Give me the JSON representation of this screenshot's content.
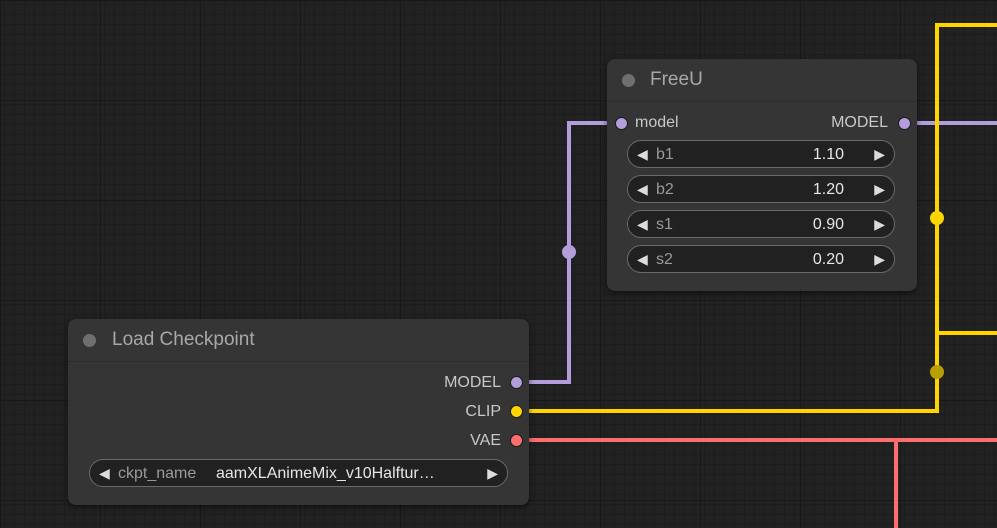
{
  "colors": {
    "canvas_bg": "#222222",
    "node_bg": "#353535",
    "model_link": "#b39ddb",
    "clip_link": "#ffd500",
    "vae_link": "#ff6e6e"
  },
  "freeu": {
    "title": "FreeU",
    "input_label": "model",
    "output_label": "MODEL",
    "widgets": [
      {
        "label": "b1",
        "value": "1.10"
      },
      {
        "label": "b2",
        "value": "1.20"
      },
      {
        "label": "s1",
        "value": "0.90"
      },
      {
        "label": "s2",
        "value": "0.20"
      }
    ]
  },
  "checkpoint": {
    "title": "Load Checkpoint",
    "outputs": [
      {
        "label": "MODEL",
        "icon": "model-slot-icon"
      },
      {
        "label": "CLIP",
        "icon": "clip-slot-icon"
      },
      {
        "label": "VAE",
        "icon": "vae-slot-icon"
      }
    ],
    "ckpt_label": "ckpt_name",
    "ckpt_value": "aamXLAnimeMix_v10Halftur…"
  },
  "icons": {
    "left_arrow": "◀",
    "right_arrow": "▶"
  }
}
